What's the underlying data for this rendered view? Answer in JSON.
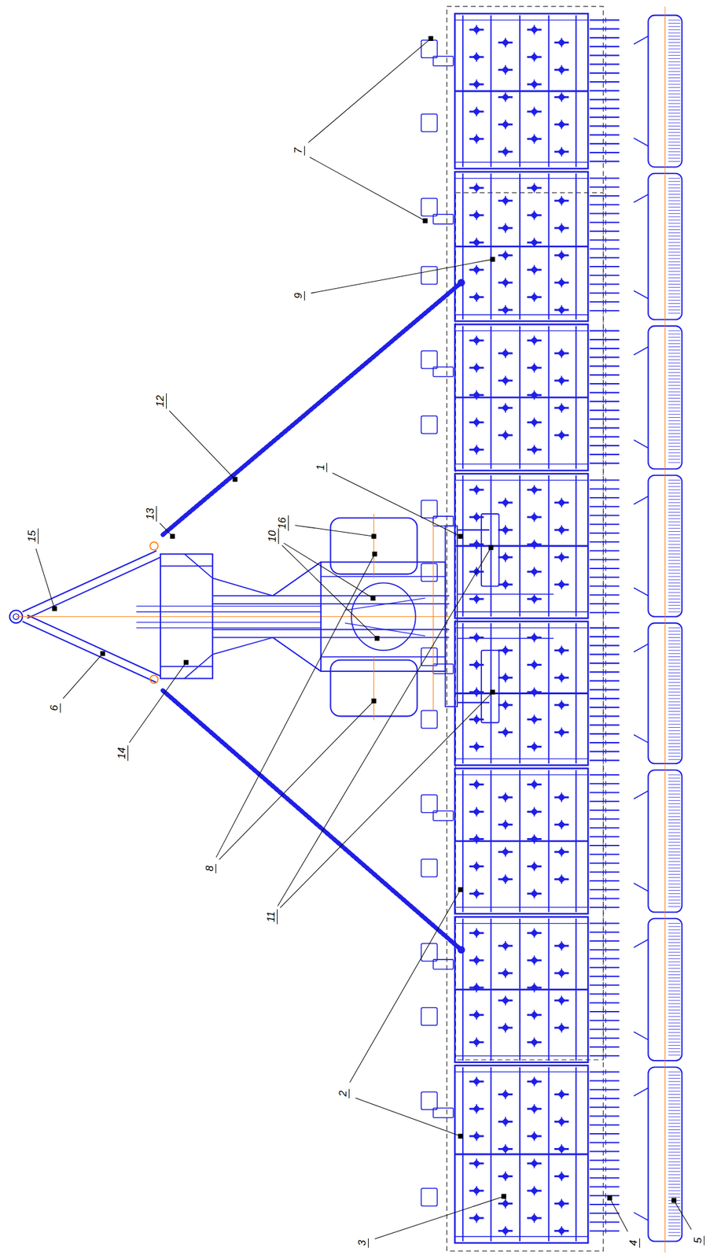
{
  "diagram": {
    "labels": [
      "7",
      "9",
      "12",
      "13",
      "15",
      "16",
      "1",
      "10",
      "6",
      "14",
      "8",
      "11",
      "2",
      "3",
      "4",
      "5"
    ]
  }
}
